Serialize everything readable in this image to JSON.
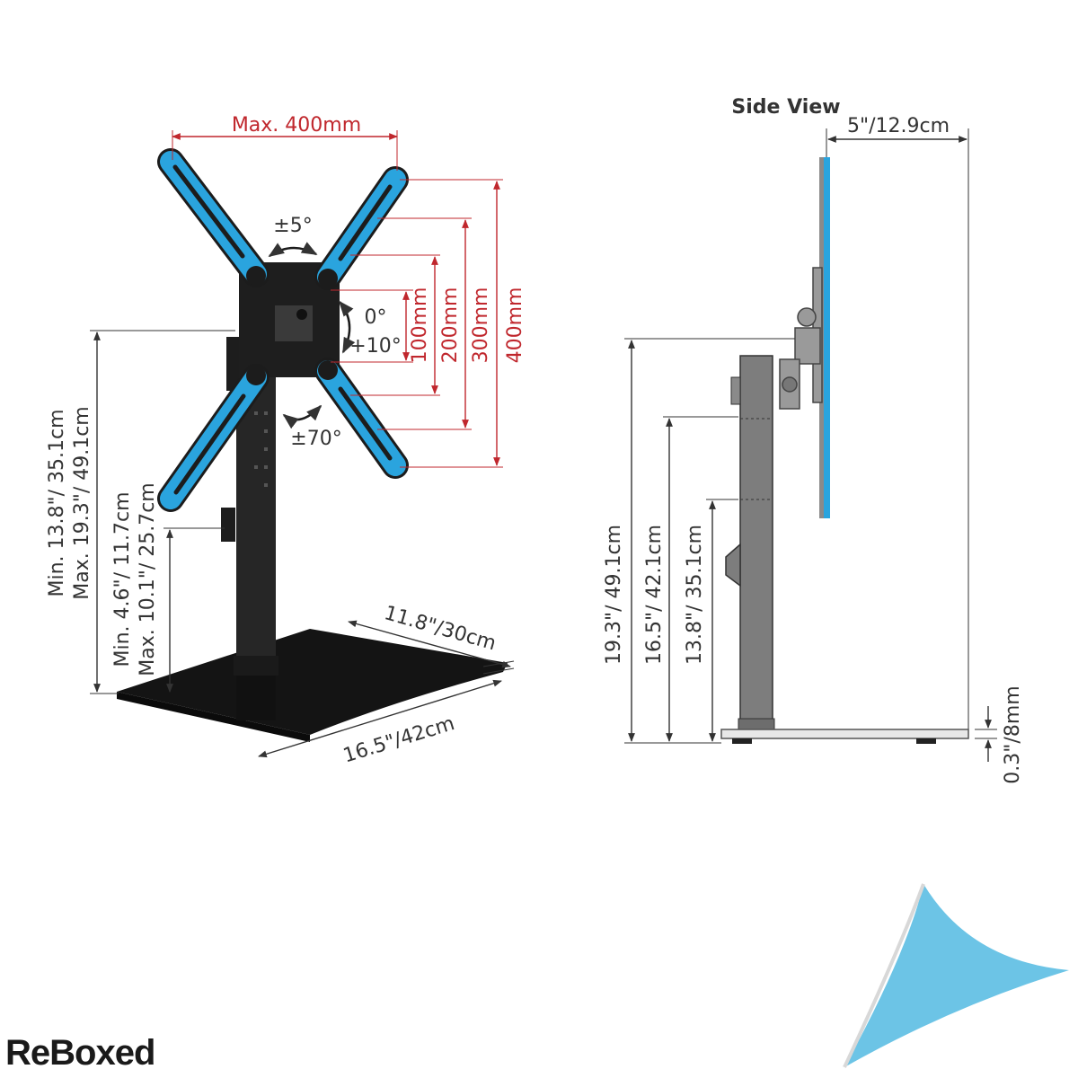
{
  "front": {
    "max_width": "Max. 400mm",
    "tilt_rotate": "±5°",
    "tilt_up": "0°",
    "tilt_down": "+10°",
    "swivel": "±70°",
    "vesa": [
      "100mm",
      "200mm",
      "300mm",
      "400mm"
    ],
    "height_total_min": "Min. 13.8\"/ 35.1cm",
    "height_total_max": "Max. 19.3\"/ 49.1cm",
    "height_screen_min": "Min. 4.6\"/ 11.7cm",
    "height_screen_max": "Max. 10.1\"/ 25.7cm",
    "base_depth": "11.8\"/30cm",
    "base_width": "16.5\"/42cm"
  },
  "side": {
    "title": "Side View",
    "depth": "5\"/12.9cm",
    "heights": [
      "19.3\"/ 49.1cm",
      "16.5\"/ 42.1cm",
      "13.8\"/ 35.1cm"
    ],
    "base_thickness": "0.3\"/8mm"
  },
  "brand": {
    "logo": "ReBoxed"
  },
  "colors": {
    "accent_blue": "#2aa4de",
    "dim_red": "#c0272d",
    "frame": "#2b2b2b",
    "corner_blue": "#6cc4e6"
  }
}
